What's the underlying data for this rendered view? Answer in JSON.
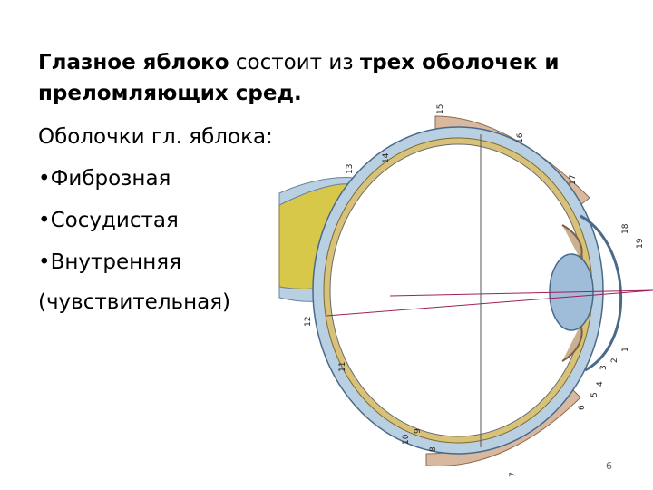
{
  "title": {
    "bold1": "Глазное яблоко",
    "normal": " состоит из ",
    "bold2": "трех оболочек и",
    "bold3": "преломляющих сред."
  },
  "subtitle": "Оболочки гл. яблока:",
  "bullets": [
    "Фиброзная",
    "Сосудистая",
    "Внутренняя"
  ],
  "bullet_marker": "•",
  "last_line": "(чувствительная)",
  "page_number": "6",
  "figure_labels": [
    "15",
    "16",
    "17",
    "18",
    "19",
    "14",
    "13",
    "12",
    "11",
    "10",
    "9",
    "8",
    "7",
    "1",
    "2",
    "3",
    "4",
    "5",
    "6"
  ],
  "colors": {
    "sclera": "#b9cfe2",
    "choroid": "#d8c27a",
    "nerve": "#d7c84a",
    "axis": "#a0205a"
  }
}
